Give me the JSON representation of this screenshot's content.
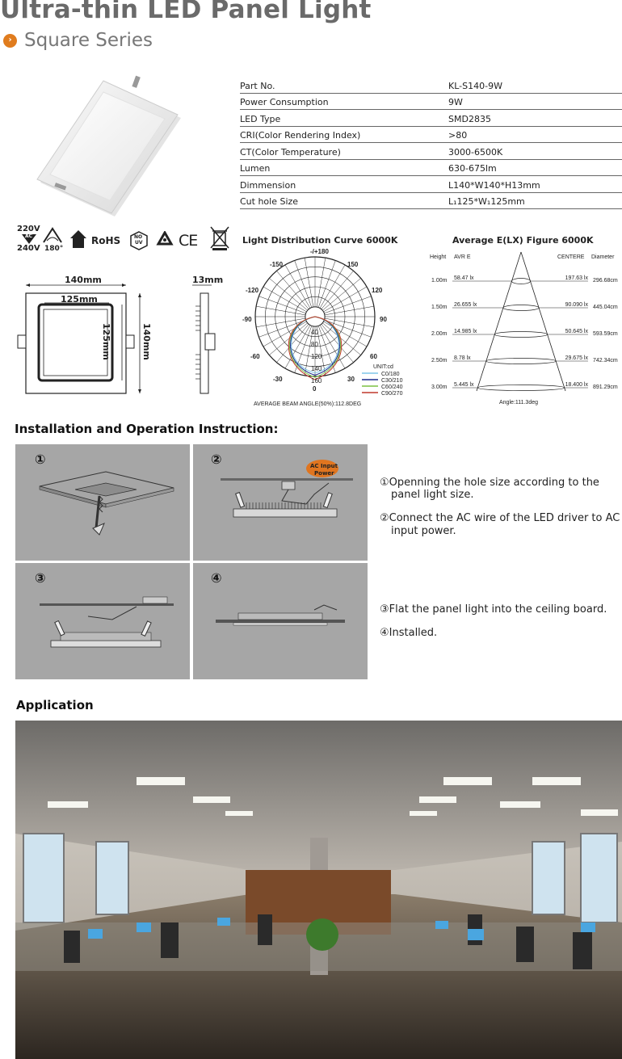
{
  "header": {
    "title": "Ultra-thin LED Panel Light",
    "bullet": "›",
    "subtitle": "Square Series"
  },
  "specs": [
    {
      "label": "Part No.",
      "value": "KL-S140-9W"
    },
    {
      "label": "Power Consumption",
      "value": "9W"
    },
    {
      "label": "LED Type",
      "value": "SMD2835"
    },
    {
      "label": "CRI(Color Rendering Index)",
      "value": ">80"
    },
    {
      "label": "CT(Color Temperature)",
      "value": "3000-6500K"
    },
    {
      "label": "Lumen",
      "value": "630-675lm"
    },
    {
      "label": "Dimmension",
      "value": "L140*W140*H13mm"
    },
    {
      "label": "Cut hole Size",
      "value": "L₁125*W₁125mm"
    }
  ],
  "certs": {
    "v1": "220V",
    "ac": "AC",
    "v2": "240V",
    "angle": "180°",
    "rohs": "RoHS",
    "noUV1": "NO",
    "noUV2": "UV",
    "ce": "CE"
  },
  "dims": {
    "outer_w": "140mm",
    "inner_w": "125mm",
    "inner_h": "125mm",
    "outer_h": "140mm",
    "height": "13mm"
  },
  "polar": {
    "title": "Light Distribution Curve 6000K",
    "angle_labels": [
      "-/+180",
      "-150",
      "150",
      "-120",
      "120",
      "-90",
      "90",
      "-60",
      "60",
      "-30",
      "30",
      "0"
    ],
    "radial_labels": [
      "40",
      "80",
      "120",
      "140",
      "160"
    ],
    "unit": "UNIT:cd",
    "legend": [
      {
        "label": "C0/180",
        "color": "#7fc6e8"
      },
      {
        "label": "C30/210",
        "color": "#1b2a8c"
      },
      {
        "label": "C60/240",
        "color": "#7cc142"
      },
      {
        "label": "C90/270",
        "color": "#c0392b"
      }
    ],
    "footer": "AVERAGE BEAM ANGLE(50%):112.8DEG"
  },
  "illum": {
    "title": "Average E(LX) Figure 6000K",
    "col_height": "Height",
    "col_avr": "AVR E",
    "col_center": "CENTERE",
    "col_diam": "Diameter",
    "rows": [
      {
        "h": "1.00m",
        "avr": "58.47 lx",
        "center": "197.63 lx",
        "diam": "296.68cm"
      },
      {
        "h": "1.50m",
        "avr": "26.655 lx",
        "center": "90.090 lx",
        "diam": "445.04cm"
      },
      {
        "h": "2.00m",
        "avr": "14.985 lx",
        "center": "50.645 lx",
        "diam": "593.59cm"
      },
      {
        "h": "2.50m",
        "avr": "8.78 lx",
        "center": "29.675 lx",
        "diam": "742.34cm"
      },
      {
        "h": "3.00m",
        "avr": "5.445 lx",
        "center": "18.400 lx",
        "diam": "891.29cm"
      }
    ],
    "footer": "Angle:111.3deg"
  },
  "install": {
    "heading": "Installation and Operation Instruction:",
    "steps": [
      "①",
      "②",
      "③",
      "④"
    ],
    "ac_tag1": "AC Input",
    "ac_tag2": "Power",
    "text1a": "①Openning the hole size according to the",
    "text1b": "panel light size.",
    "text2a": "②Connect the AC wire of the LED driver to AC",
    "text2b": "input power.",
    "text3": "③Flat the panel light into the ceiling board.",
    "text4": "④Installed."
  },
  "application": {
    "heading": "Application"
  }
}
